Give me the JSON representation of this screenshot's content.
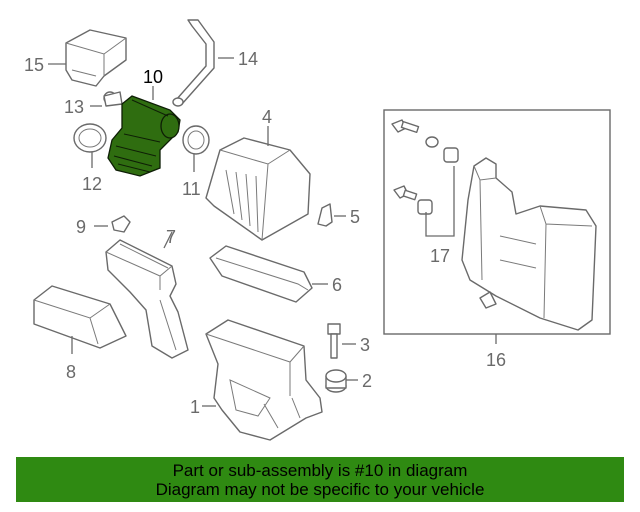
{
  "diagram": {
    "highlight_color": "#2f6d10",
    "callouts": {
      "c1": "1",
      "c2": "2",
      "c3": "3",
      "c4": "4",
      "c5": "5",
      "c6": "6",
      "c7": "7",
      "c8": "8",
      "c9": "9",
      "c10": "10",
      "c11": "11",
      "c12": "12",
      "c13": "13",
      "c14": "14",
      "c15": "15",
      "c16": "16",
      "c17": "17"
    }
  },
  "banner": {
    "line1": "Part or sub-assembly is #10 in diagram",
    "line2": "Diagram may not be specific to your vehicle",
    "background": "#2f8a12"
  }
}
